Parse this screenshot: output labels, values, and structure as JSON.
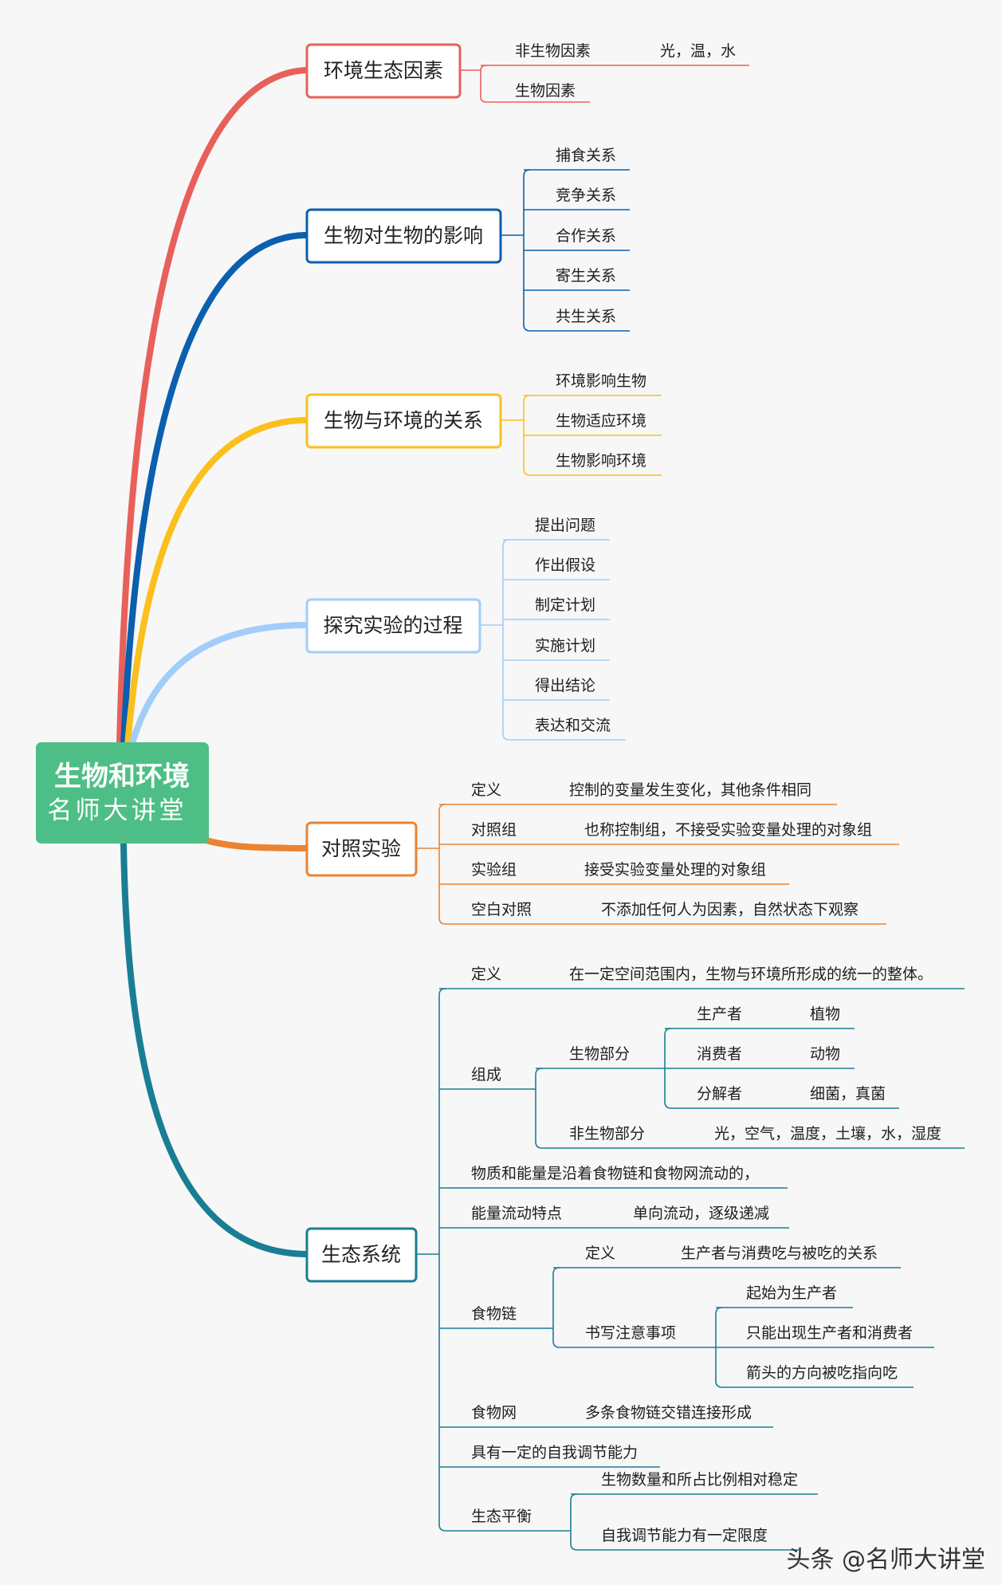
{
  "colors": {
    "red": "#e8605a",
    "blue": "#0a5fae",
    "yellow": "#fbbf1e",
    "lightblue": "#a2cdfa",
    "orange": "#eb8330",
    "teal": "#197e94",
    "root": "#4dbf86"
  },
  "root": {
    "title": "生物和环境",
    "subtitle": "名师大讲堂"
  },
  "watermark": "头条 @名师大讲堂",
  "branches": {
    "b1": {
      "label": "环境生态因素",
      "n1": "非生物因素",
      "n1v": "光，温，水",
      "n2": "生物因素"
    },
    "b2": {
      "label": "生物对生物的影响",
      "items": [
        "捕食关系",
        "竞争关系",
        "合作关系",
        "寄生关系",
        "共生关系"
      ]
    },
    "b3": {
      "label": "生物与环境的关系",
      "items": [
        "环境影响生物",
        "生物适应环境",
        "生物影响环境"
      ]
    },
    "b4": {
      "label": "探究实验的过程",
      "items": [
        "提出问题",
        "作出假设",
        "制定计划",
        "实施计划",
        "得出结论",
        "表达和交流"
      ]
    },
    "b5": {
      "label": "对照实验",
      "rows": [
        {
          "k": "定义",
          "v": "控制的变量发生变化，其他条件相同"
        },
        {
          "k": "对照组",
          "v": "也称控制组，不接受实验变量处理的对象组"
        },
        {
          "k": "实验组",
          "v": "接受实验变量处理的对象组"
        },
        {
          "k": "空白对照",
          "v": "不添加任何人为因素，自然状态下观察"
        }
      ]
    },
    "b6": {
      "label": "生态系统",
      "def_k": "定义",
      "def_v": "在一定空间范围内，生物与环境所形成的统一的整体。",
      "comp": "组成",
      "bio": "生物部分",
      "producer": "生产者",
      "producer_v": "植物",
      "consumer": "消费者",
      "consumer_v": "动物",
      "decomposer": "分解者",
      "decomposer_v": "细菌，真菌",
      "abio": "非生物部分",
      "abio_v": "光，空气，温度，土壤，水，湿度",
      "flow": "物质和能量是沿着食物链和食物网流动的，",
      "energy_k": "能量流动特点",
      "energy_v": "单向流动，逐级递减",
      "chain": "食物链",
      "chain_def_k": "定义",
      "chain_def_v": "生产者与消费吃与被吃的关系",
      "note": "书写注意事项",
      "note1": "起始为生产者",
      "note2": "只能出现生产者和消费者",
      "note3": "箭头的方向被吃指向吃",
      "web_k": "食物网",
      "web_v": "多条食物链交错连接形成",
      "selfreg": "具有一定的自我调节能力",
      "balance": "生态平衡",
      "bal1": "生物数量和所占比例相对稳定",
      "bal2": "自我调节能力有一定限度"
    }
  }
}
